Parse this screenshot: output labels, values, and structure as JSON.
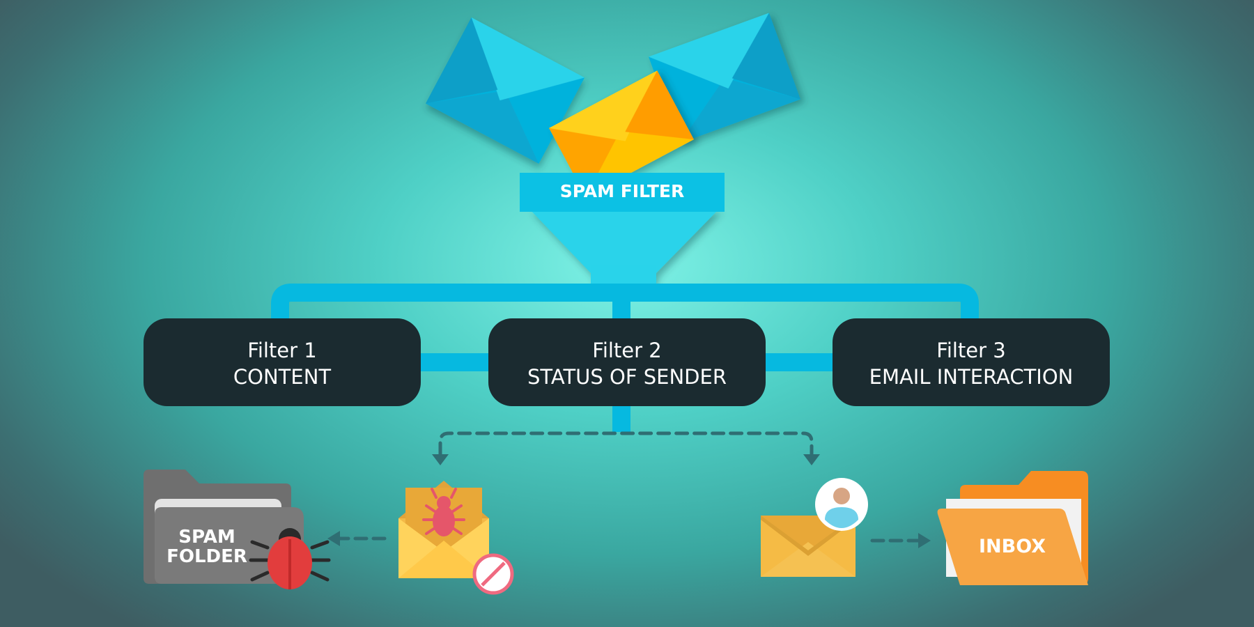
{
  "funnel": {
    "label": "SPAM FILTER"
  },
  "filters": [
    {
      "title": "Filter 1",
      "subtitle": "CONTENT"
    },
    {
      "title": "Filter 2",
      "subtitle": "STATUS OF SENDER"
    },
    {
      "title": "Filter 3",
      "subtitle": "EMAIL INTERACTION"
    }
  ],
  "destinations": {
    "spam_folder": {
      "line1": "SPAM",
      "line2": "FOLDER"
    },
    "inbox": {
      "label": "INBOX"
    }
  },
  "icons": [
    "envelope-icon",
    "funnel-icon",
    "bug-icon",
    "blocked-icon",
    "user-avatar-icon",
    "folder-icon"
  ],
  "colors": {
    "funnel": "#29d3ea",
    "pipe": "#06b9e0",
    "box": "#1b2b30",
    "spam_folder": "#7a7a7a",
    "inbox_folder": "#f7a544",
    "bug": "#e23d3d"
  }
}
